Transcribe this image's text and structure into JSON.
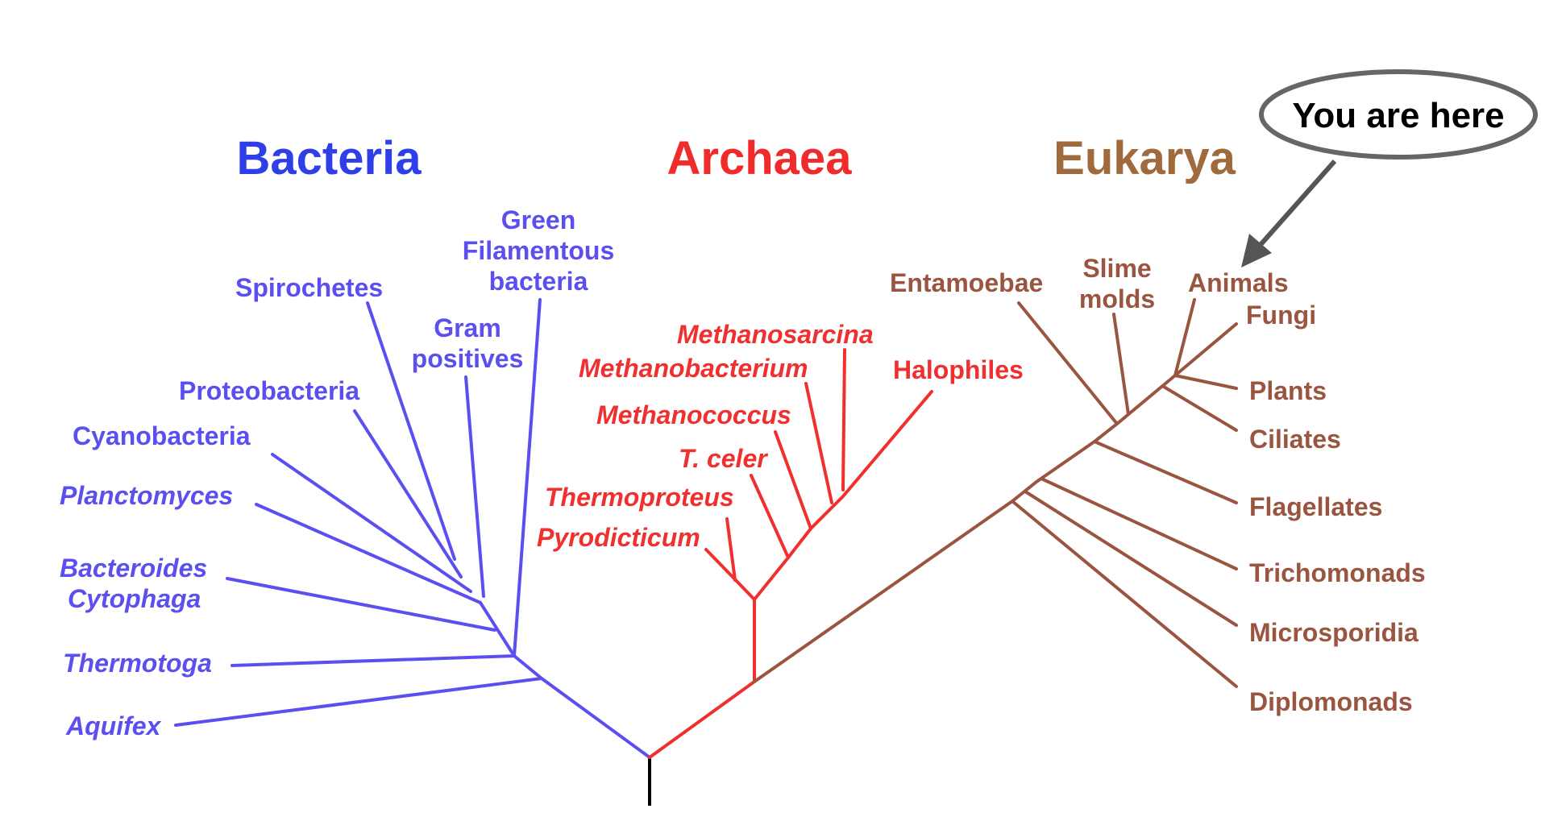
{
  "domains": {
    "bacteria": "Bacteria",
    "archaea": "Archaea",
    "eukarya": "Eukarya"
  },
  "callout": "You are here",
  "bacteria": {
    "aquifex": "Aquifex",
    "thermotoga": "Thermotoga",
    "bacteroides_1": "Bacteroides",
    "bacteroides_2": "Cytophaga",
    "planctomyces": "Planctomyces",
    "cyanobacteria": "Cyanobacteria",
    "proteobacteria": "Proteobacteria",
    "spirochetes": "Spirochetes",
    "gram_1": "Gram",
    "gram_2": "positives",
    "green_1": "Green",
    "green_2": "Filamentous",
    "green_3": "bacteria"
  },
  "archaea": {
    "pyrodicticum": "Pyrodicticum",
    "thermoproteus": "Thermoproteus",
    "tceler": "T. celer",
    "methanococcus": "Methanococcus",
    "methanobacterium": "Methanobacterium",
    "methanosarcina": "Methanosarcina",
    "halophiles": "Halophiles"
  },
  "eukarya": {
    "entamoebae": "Entamoebae",
    "slime_1": "Slime",
    "slime_2": "molds",
    "animals": "Animals",
    "fungi": "Fungi",
    "plants": "Plants",
    "ciliates": "Ciliates",
    "flagellates": "Flagellates",
    "trichomonads": "Trichomonads",
    "microsporidia": "Microsporidia",
    "diplomonads": "Diplomonads"
  },
  "colors": {
    "bacteria_line": "#5b4ff0",
    "archaea_line": "#f0302e",
    "eukarya_line": "#9a5540",
    "root": "#000000"
  }
}
